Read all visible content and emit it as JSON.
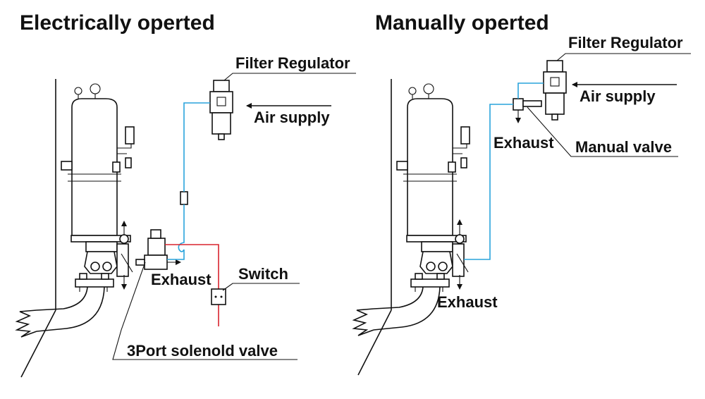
{
  "left": {
    "title": "Electrically operted",
    "labels": {
      "filter_regulator": "Filter Regulator",
      "air_supply": "Air supply",
      "exhaust": "Exhaust",
      "switch": "Switch",
      "solenoid_valve": "3Port solenold valve"
    }
  },
  "right": {
    "title": "Manually operted",
    "labels": {
      "filter_regulator": "Filter Regulator",
      "air_supply": "Air supply",
      "exhaust_valve": "Exhaust",
      "manual_valve": "Manual valve",
      "exhaust_bottom": "Exhaust"
    }
  },
  "colors": {
    "air_line": "#29a3dc",
    "electric_line": "#d8242e",
    "ink": "#111111"
  }
}
